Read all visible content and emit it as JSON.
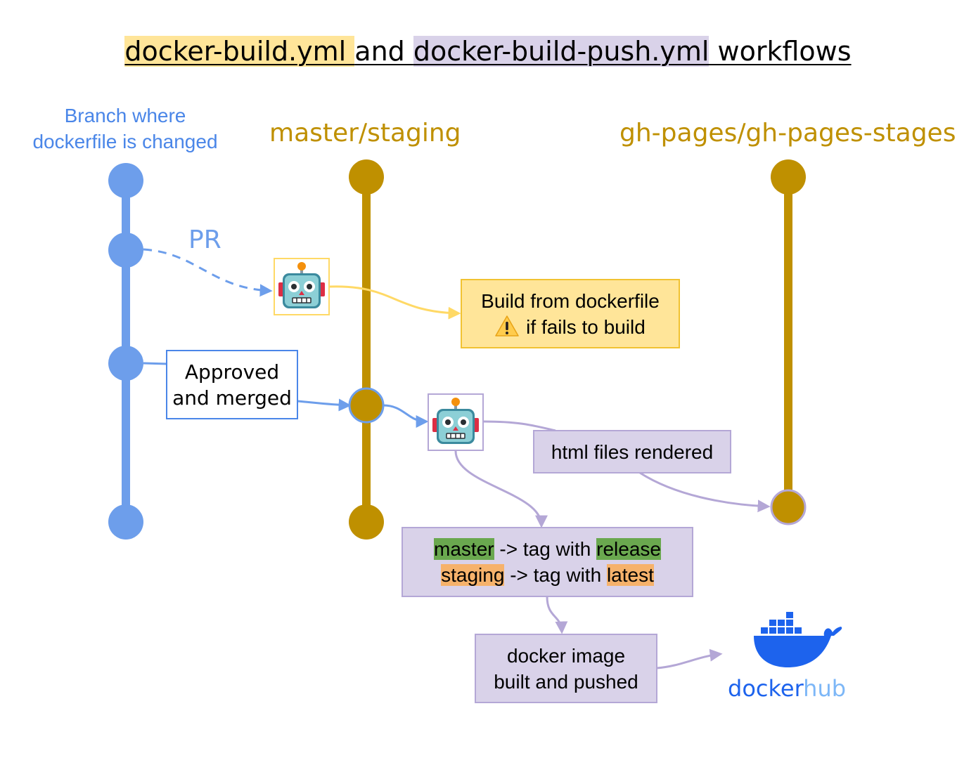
{
  "title": {
    "part1": "docker-build.yml ",
    "part2": "and ",
    "part3": "docker-build-push.yml",
    "part4": " workflows"
  },
  "branches": {
    "feature_line1": "Branch where",
    "feature_line2": "dockerfile is changed",
    "main": "master/staging",
    "pages": "gh-pages/gh-pages-stages"
  },
  "pr_label": "PR",
  "build_box": {
    "line1": "Build from dockerfile",
    "line2": "if fails to build",
    "icon": "warning-icon"
  },
  "approved_box": {
    "line1": "Approved",
    "line2": "and merged"
  },
  "html_box": "html files rendered",
  "tag_box": {
    "r1_a": "master",
    "r1_b": " -> tag with ",
    "r1_c": "release",
    "r2_a": "staging",
    "r2_b": " -> tag with ",
    "r2_c": "latest"
  },
  "push_box": {
    "line1": "docker image",
    "line2": "built and pushed"
  },
  "dockerhub": {
    "word1": "docker",
    "word2": "hub"
  },
  "icons": [
    "robot-icon",
    "robot-icon",
    "warning-icon",
    "docker-whale-icon"
  ],
  "colors": {
    "feature_branch": "#6d9eeb",
    "main_branch": "#bf9000",
    "build_workflow": "#ffd966",
    "push_workflow": "#b4a7d6",
    "dockerhub_blue": "#1d63ed"
  }
}
